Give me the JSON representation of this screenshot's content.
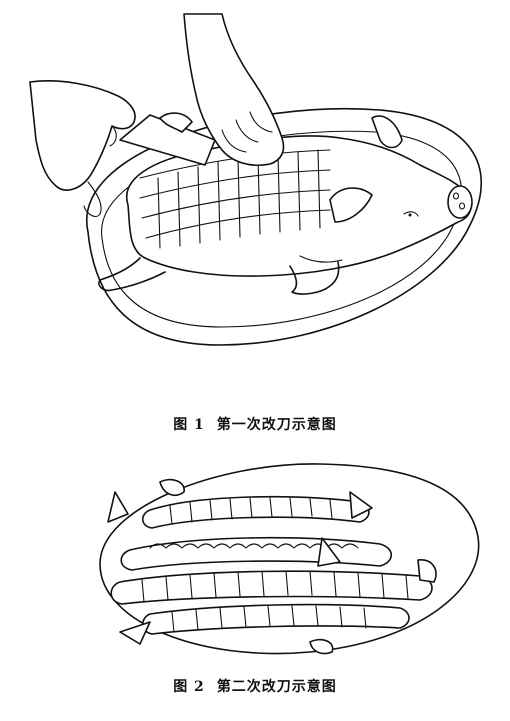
{
  "figures": [
    {
      "label": "图 1",
      "caption": "第一次改刀示意图",
      "subject": "whole-roast-pig-on-oval-platter-with-knife"
    },
    {
      "label": "图 2",
      "caption": "第二次改刀示意图",
      "subject": "sliced-roast-pig-rows-on-oval-platter"
    }
  ]
}
